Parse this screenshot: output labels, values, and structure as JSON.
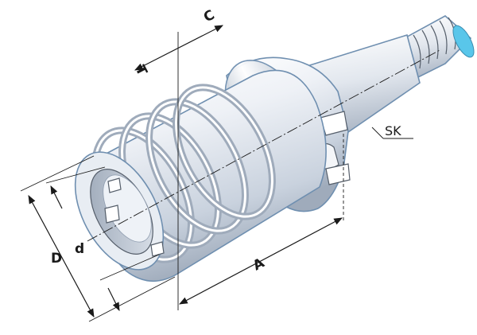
{
  "labels": {
    "C": "C",
    "T": "T",
    "SK": "SK",
    "D": "D",
    "d": "d",
    "A": "A"
  },
  "colors": {
    "metal_light": "#eef1f6",
    "metal_mid": "#c9d2de",
    "metal_dark": "#8f9db0",
    "thread_tip": "#59c6ea",
    "ink": "#1a1a1a"
  }
}
